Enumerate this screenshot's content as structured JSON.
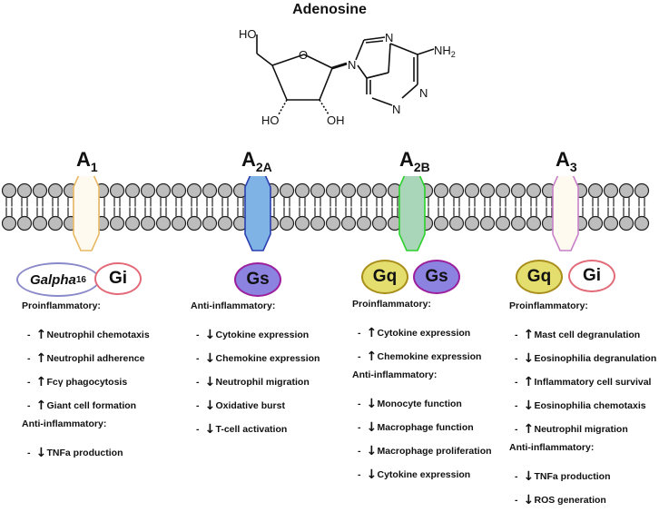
{
  "title": "Adenosine",
  "molecule": {
    "labels": [
      "HO",
      "O",
      "N",
      "N",
      "NH2",
      "N",
      "N",
      "HO",
      "OH"
    ]
  },
  "receptors": [
    {
      "base": "A",
      "sub": "1",
      "color": "#e8b964",
      "fill": "#fffaf0"
    },
    {
      "base": "A",
      "sub": "2A",
      "color": "#2a3fb0",
      "fill": "#7fb3e6"
    },
    {
      "base": "A",
      "sub": "2B",
      "color": "#2bd12b",
      "fill": "#a9d6b9"
    },
    {
      "base": "A",
      "sub": "3",
      "color": "#c780c7",
      "fill": "#fffaf0"
    }
  ],
  "proteins": {
    "galpha": "Galpha",
    "galpha_sub": "16",
    "gi": "Gi",
    "gs": "Gs",
    "gq": "Gq"
  },
  "columns": {
    "a1": {
      "pro_header": "Proinflammatory:",
      "pro": [
        {
          "text": "Neutrophil chemotaxis",
          "dir": "up"
        },
        {
          "text": "Neutrophil adherence",
          "dir": "up"
        },
        {
          "text": "Fcγ phagocytosis",
          "dir": "up"
        },
        {
          "text": "Giant cell formation",
          "dir": "up"
        }
      ],
      "anti_header": "Anti-inflammatory:",
      "anti": [
        {
          "text": "TNFa production",
          "dir": "down"
        }
      ]
    },
    "a2a": {
      "anti_header": "Anti-inflammatory:",
      "anti": [
        {
          "text": "Cytokine expression",
          "dir": "down"
        },
        {
          "text": "Chemokine expression",
          "dir": "down"
        },
        {
          "text": "Neutrophil migration",
          "dir": "down"
        },
        {
          "text": "Oxidative burst",
          "dir": "down"
        },
        {
          "text": "T-cell activation",
          "dir": "down"
        }
      ]
    },
    "a2b": {
      "pro_header": "Proinflammatory:",
      "pro": [
        {
          "text": "Cytokine expression",
          "dir": "up"
        },
        {
          "text": "Chemokine expression",
          "dir": "up"
        }
      ],
      "anti_header": "Anti-inflammatory:",
      "anti": [
        {
          "text": "Monocyte function",
          "dir": "down"
        },
        {
          "text": "Macrophage function",
          "dir": "down"
        },
        {
          "text": "Macrophage proliferation",
          "dir": "down"
        },
        {
          "text": "Cytokine expression",
          "dir": "down"
        }
      ]
    },
    "a3": {
      "pro_header": "Proinflammatory:",
      "pro": [
        {
          "text": "Mast cell degranulation",
          "dir": "up"
        },
        {
          "text": "Eosinophilia degranulation",
          "dir": "down"
        },
        {
          "text": "Inflammatory cell survival",
          "dir": "up"
        },
        {
          "text": "Eosinophilia chemotaxis",
          "dir": "down"
        },
        {
          "text": "Neutrophil migration",
          "dir": "up"
        }
      ],
      "anti_header": "Anti-inflammatory:",
      "anti": [
        {
          "text": "TNFa production",
          "dir": "down"
        },
        {
          "text": "ROS generation",
          "dir": "down"
        }
      ]
    }
  },
  "colors": {
    "lipid_head_fill": "#bdbdbd",
    "lipid_stroke": "#222222",
    "galpha_border": "#8a8ac8",
    "gi_border": "#e36a78",
    "gs_fill": "#8c82e0",
    "gs_border": "#9b1f9b",
    "gq_fill": "#e3de6e",
    "gq_border": "#a88d1a"
  }
}
